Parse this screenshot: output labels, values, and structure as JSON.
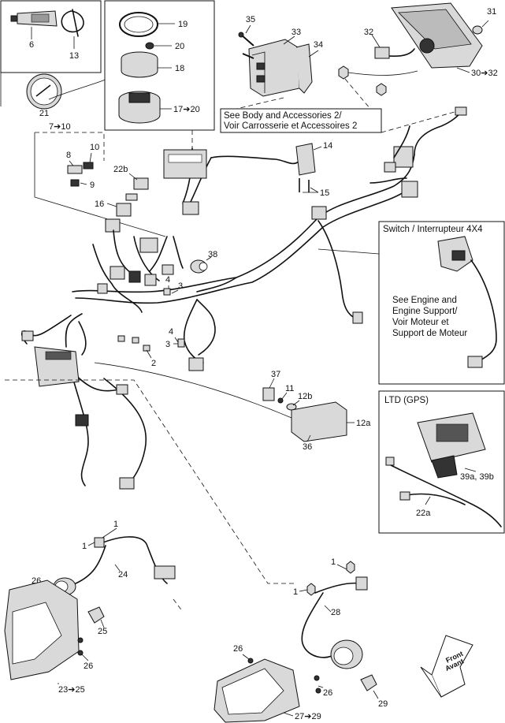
{
  "callouts": {
    "c6": "6",
    "c13": "13",
    "c19": "19",
    "c20": "20",
    "c18": "18",
    "c17_20": "17➔20",
    "c21": "21",
    "c35": "35",
    "c33": "33",
    "c34": "34",
    "c32": "32",
    "c31": "31",
    "c30_32": "30➔32",
    "c7_10": "7➔10",
    "c10": "10",
    "c8": "8",
    "c9": "9",
    "c22b": "22b",
    "c16": "16",
    "c14": "14",
    "c15": "15",
    "c38": "38",
    "c4a": "4",
    "c3a": "3",
    "c4b": "4",
    "c3b": "3",
    "c2": "2",
    "c37": "37",
    "c11": "11",
    "c12b": "12b",
    "c12a": "12a",
    "c36": "36",
    "c39": "39a, 39b",
    "c22a": "22a",
    "c1a": "1",
    "c1b": "1",
    "c24": "24",
    "c26a": "26",
    "c25": "25",
    "c26b": "26",
    "c23_25": "23➔25",
    "c1c": "1",
    "c1d": "1",
    "c28": "28",
    "c26c": "26",
    "c26d": "26",
    "c27_29": "27➔29",
    "c29": "29"
  },
  "notes": {
    "body_line1": "See Body and Accessories 2/",
    "body_line2": "Voir Carrosserie et Accessoires 2",
    "switch_title": "Switch / Interrupteur 4X4",
    "engine_line1": "See Engine and",
    "engine_line2": "Engine Support/",
    "engine_line3": "Voir Moteur et",
    "engine_line4": "Support de Moteur",
    "ltd_title": "LTD (GPS)",
    "front_line1": "Front",
    "front_line2": "Avant"
  }
}
